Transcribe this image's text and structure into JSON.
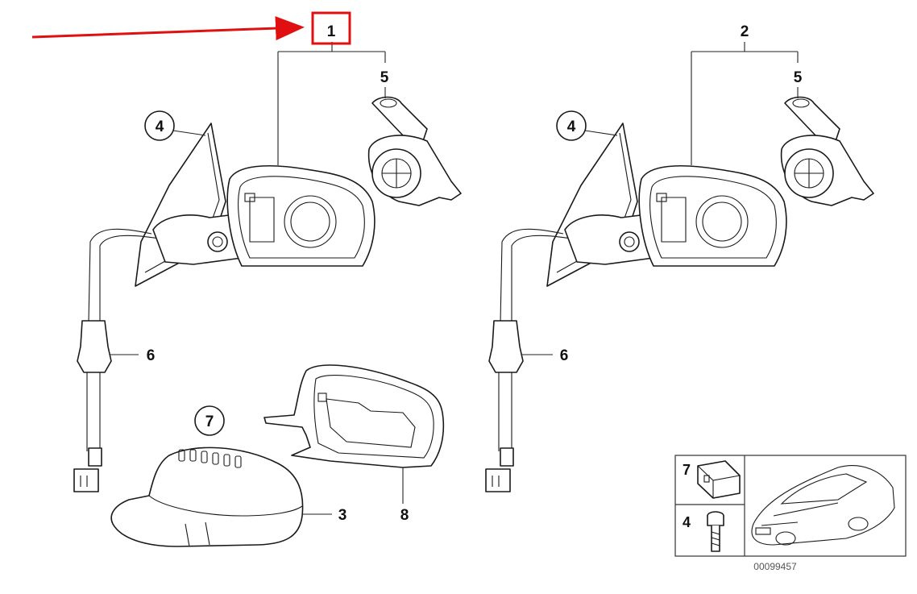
{
  "callouts": {
    "left_assembly": "1",
    "right_assembly": "2",
    "cap": "3",
    "glass_left": "4",
    "glass_right": "4",
    "motor_left": "5",
    "motor_right": "5",
    "cable_left": "6",
    "cable_right": "6",
    "cap_circled": "7",
    "housing_frame": "8"
  },
  "inset": {
    "clip_label": "7",
    "bolt_label": "4",
    "diagram_code": "00099457"
  },
  "highlight_color": "#e01010",
  "arrow_color": "#e01010"
}
